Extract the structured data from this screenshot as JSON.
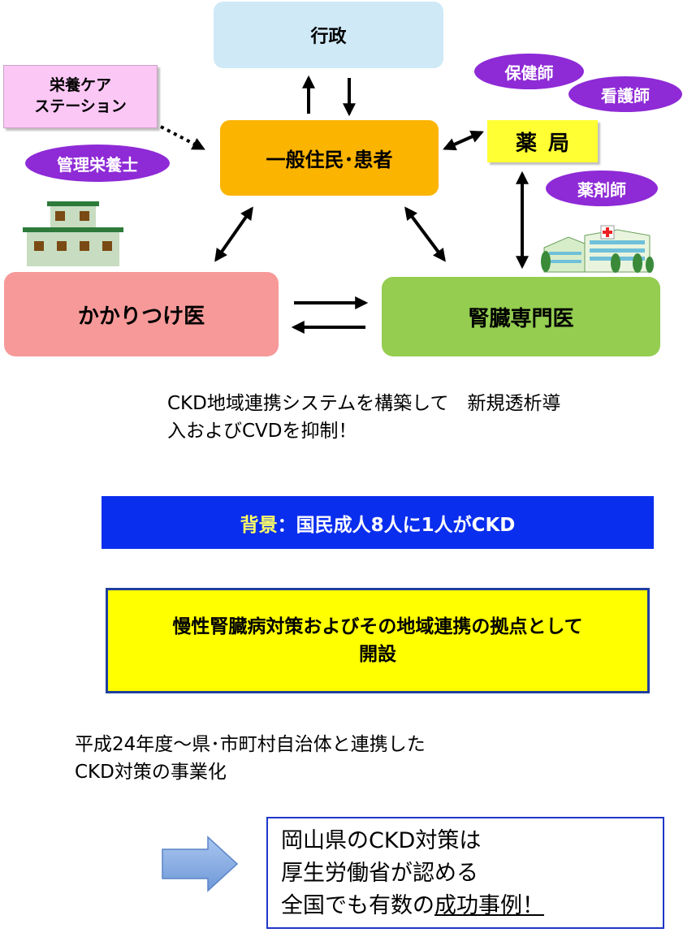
{
  "nodes": {
    "gyosei": "行政",
    "eiyo_line1": "栄養ケア",
    "eiyo_line2": "ステーション",
    "jumin": "一般住民･患者",
    "yakkyoku": "薬局",
    "kakaritsuke": "かかりつけ医",
    "jinzo": "腎臓専門医"
  },
  "roles": {
    "hokenshi": "保健師",
    "kangoshi": "看護師",
    "kanri_eiyoshi": "管理栄養士",
    "yakuzaishi": "薬剤師"
  },
  "ckd_system": {
    "line1": "CKD地域連携システムを構築して　新規透析導",
    "line2": "入およびCVDを抑制！"
  },
  "background": {
    "label": "背景",
    "colon": "：",
    "text": "国民成人8人に1人がCKD"
  },
  "kaisetsu": {
    "line1": "慢性腎臓病対策およびその地域連携の拠点として",
    "line2": "開設"
  },
  "heisei": {
    "line1": "平成24年度～県･市町村自治体と連携した",
    "line2": "CKD対策の事業化"
  },
  "okayama": {
    "line1": "岡山県のCKD対策は",
    "line2": "厚生労働省が認める",
    "line3_prefix": "全国でも有数の",
    "line3_underlined": "成功事例！"
  },
  "colors": {
    "gyosei": "#cfe9f7",
    "eiyo": "#fbc7f5",
    "jumin": "#fbb400",
    "yakkyoku": "#ffff33",
    "kakaritsuke": "#f79999",
    "jinzo": "#94cd50",
    "role_pill": "#8e2ad6",
    "background_bar": "#0a2eee",
    "background_label": "#ffff66",
    "kaisetsu_fill": "#ffff00",
    "arrow_fill": "#7ea6e0"
  }
}
